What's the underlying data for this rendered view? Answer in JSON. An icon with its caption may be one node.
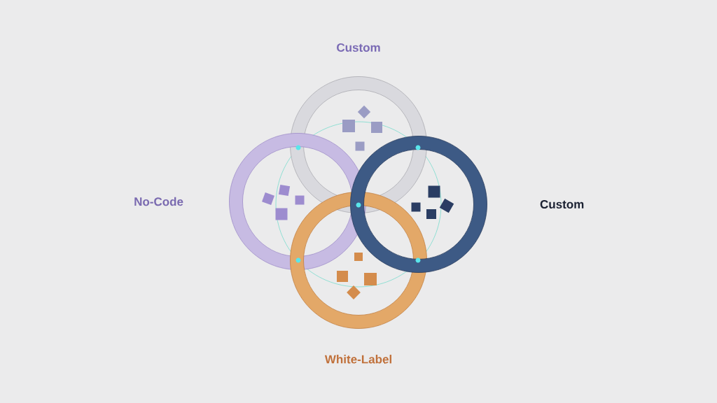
{
  "diagram": {
    "nodes": [
      {
        "text": [
          "Custom"
        ]
      },
      {
        "text": [
          "No-Code"
        ]
      },
      {
        "text": [
          "White-Label"
        ]
      },
      {
        "text": [
          "Custom"
        ]
      }
    ]
  }
}
